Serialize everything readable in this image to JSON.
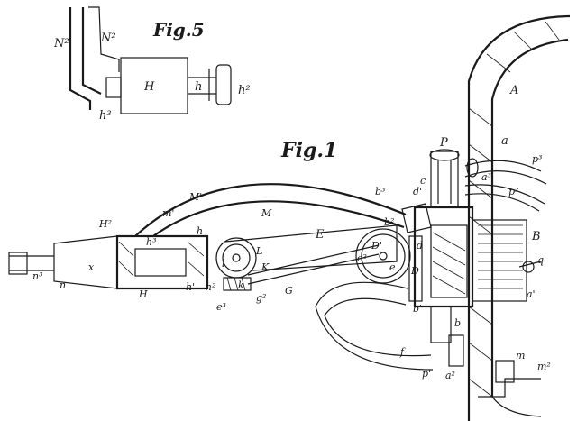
{
  "figures": {
    "fig5": {
      "title": "Fig.5",
      "labels": {
        "N2a": "N²",
        "N2b": "N²",
        "H": "H",
        "h": "h",
        "h2": "h²",
        "h3": "h³"
      }
    },
    "fig1": {
      "title": "Fig.1",
      "labels": {
        "A": "A",
        "a": "a",
        "a3": "a³",
        "p3": "p³",
        "p2": "p²",
        "P": "P",
        "c": "c",
        "b3": "b³",
        "b2": "b²",
        "d1": "d'",
        "D1": "D'",
        "d": "d",
        "D": "D",
        "e": "e",
        "E": "E",
        "B": "B",
        "b1": "b'",
        "a1": "a'",
        "b": "b",
        "q": "q",
        "M1": "M'",
        "M": "M",
        "m1": "m'",
        "H2": "H²",
        "H": "H",
        "h": "h",
        "h1": "h'",
        "h3": "h³",
        "h2": "h²",
        "L": "L",
        "l": "l",
        "K": "K",
        "k": "k",
        "g2": "g²",
        "G": "G",
        "e2": "e²",
        "e3": "e³",
        "n3": "n³",
        "n": "n",
        "x": "x",
        "f": "f",
        "p1": "p'",
        "a2": "a²",
        "m": "m",
        "m2": "m²"
      }
    }
  }
}
